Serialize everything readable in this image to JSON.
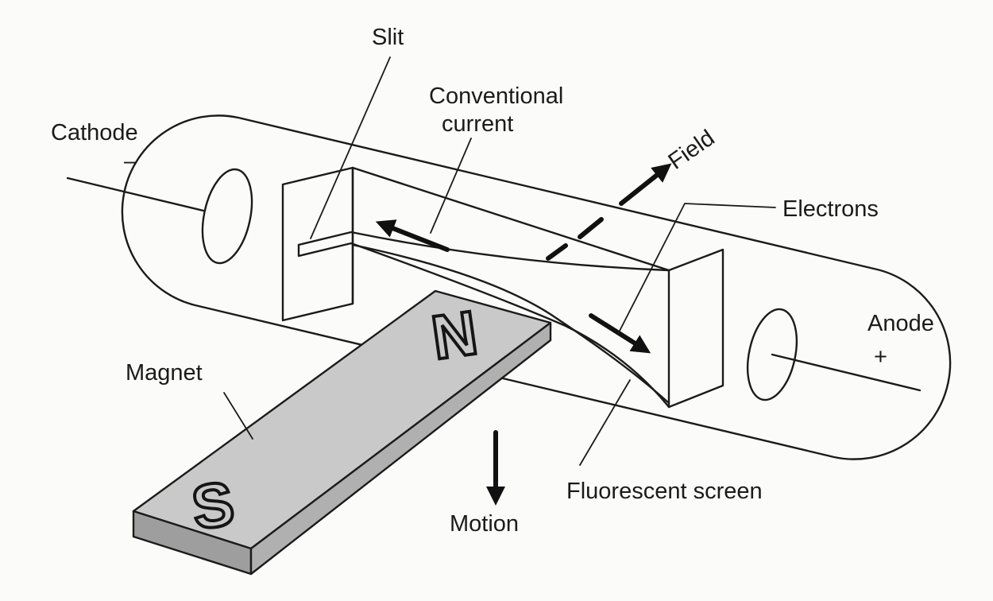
{
  "labels": {
    "slit": "Slit",
    "conventional_current_1": "Conventional",
    "conventional_current_2": "current",
    "cathode": "Cathode",
    "cathode_sign": "–",
    "field": "Field",
    "electrons": "Electrons",
    "anode": "Anode",
    "anode_sign": "+",
    "magnet": "Magnet",
    "motion": "Motion",
    "fluorescent_screen": "Fluorescent screen"
  },
  "magnet_poles": {
    "north": "N",
    "south": "S"
  },
  "colors": {
    "ink": "#1b1b1b",
    "paper": "#fbfbf9",
    "magnet_top": "#c9c9c9",
    "magnet_side": "#b0b0b0"
  }
}
